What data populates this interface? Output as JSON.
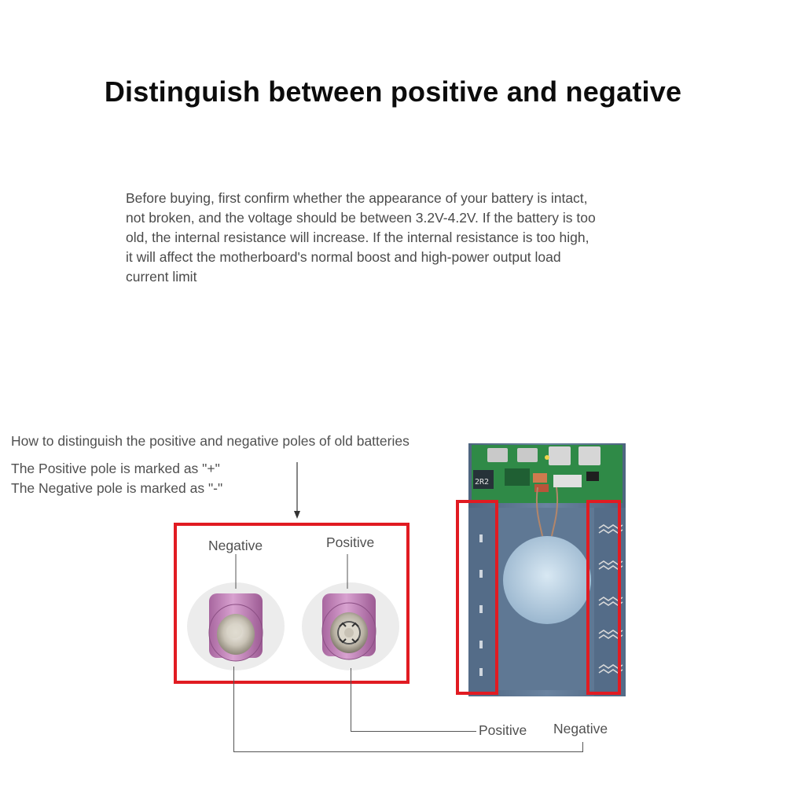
{
  "title": "Distinguish between positive and negative",
  "intro_lines": [
    "Before buying, first confirm whether the appearance of your battery is intact,",
    "not broken, and the voltage should be between 3.2V-4.2V. If the battery is too",
    "old, the internal resistance will increase. If the internal resistance is too high,",
    "it will affect the motherboard's normal boost and high-power output load",
    "current limit"
  ],
  "howto": {
    "heading": "How to distinguish the positive and negative poles of old batteries",
    "positive_rule": "The Positive pole is marked as \"+\"",
    "negative_rule": "The Negative pole is marked as \"-\""
  },
  "battery_labels": {
    "negative": "Negative",
    "positive": "Positive"
  },
  "board": {
    "silkscreen": "2R2",
    "bottom_positive": "Positive",
    "bottom_negative": "Negative"
  },
  "colors": {
    "highlight_red": "#e11b22",
    "battery_purple": "#c98bc1",
    "case_blue": "#5d7691",
    "pcb_green": "#2f8a47"
  }
}
